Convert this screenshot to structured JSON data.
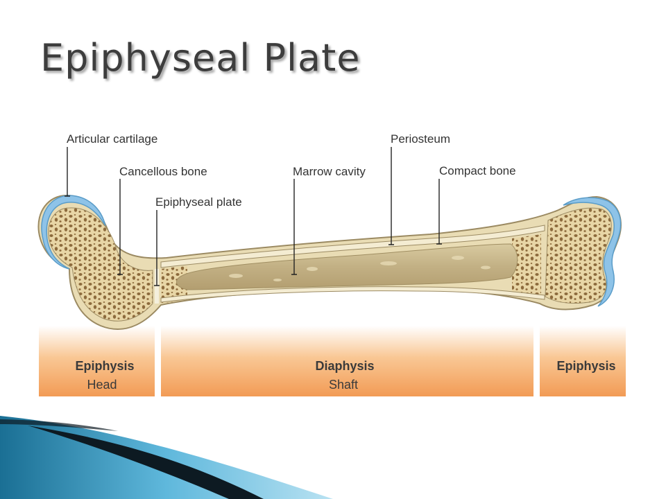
{
  "slide": {
    "title": "Epiphyseal Plate"
  },
  "labels": {
    "articular_cartilage": "Articular cartilage",
    "cancellous_bone": "Cancellous bone",
    "epiphyseal_plate": "Epiphyseal plate",
    "marrow_cavity": "Marrow cavity",
    "periosteum": "Periosteum",
    "compact_bone": "Compact bone"
  },
  "regions": {
    "left": {
      "title": "Epiphysis",
      "subtitle": "Head"
    },
    "middle": {
      "title": "Diaphysis",
      "subtitle": "Shaft"
    },
    "right": {
      "title": "Epiphysis"
    }
  },
  "colors": {
    "region_band": "#f4a25f",
    "cartilage": "#8ec3e8",
    "bone": "#efe4c0",
    "marrow": "#c9b88c",
    "corner_teal": "#1e7fa5"
  }
}
